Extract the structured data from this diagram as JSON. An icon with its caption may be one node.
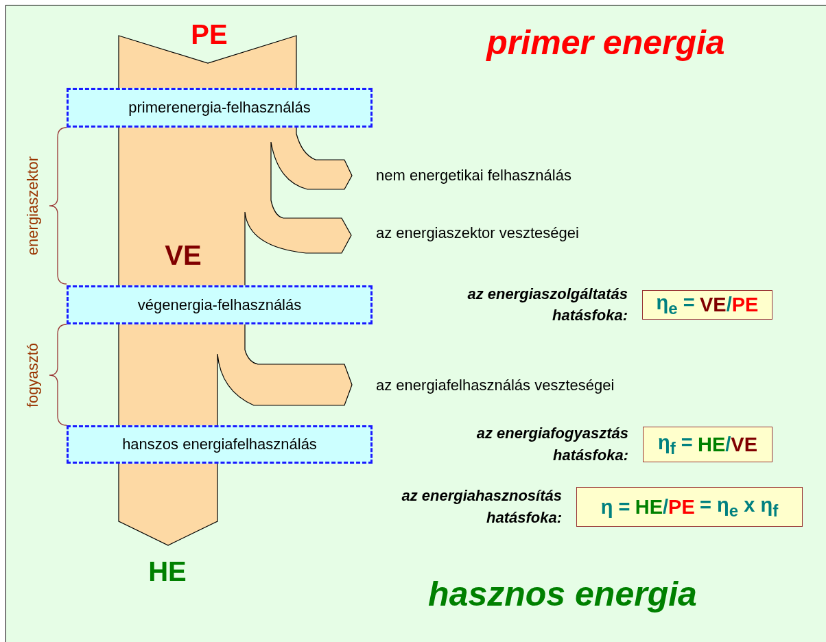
{
  "diagram": {
    "title": "primer energia",
    "caption": "hasznos energia",
    "nodes": [
      {
        "text": [
          "primerenergia-felhasználás"
        ]
      },
      {
        "text": [
          "végenergia-felhasználás"
        ]
      },
      {
        "text": [
          "hanszos energiafelhasználás"
        ]
      },
      {
        "text": [
          "η$_{e}$ =",
          "VE",
          "/",
          "PE"
        ],
        "beside": [
          "az energiaszolgáltatás hatásfoka:"
        ]
      },
      {
        "text": [
          "η$_{f}$ =",
          "HE",
          "/",
          "VE"
        ],
        "beside": [
          "az energiafogyasztás hatásfoka:"
        ]
      },
      {
        "text": [
          "η =",
          "HE",
          "/",
          "PE",
          "= η$_{e}$ x η$_{f}$"
        ],
        "beside": [
          "az energiahasznosítás hatásfoka:"
        ]
      }
    ],
    "labels": [
      "PE",
      "energiaszektor",
      "nem energetikai felhasználás",
      "az energiaszektor veszteségei",
      "VE",
      "fogyasztó",
      "az energiafelhasználás veszteségei",
      "HE"
    ]
  }
}
